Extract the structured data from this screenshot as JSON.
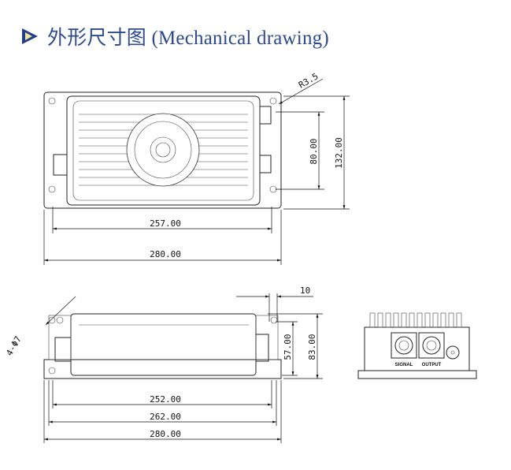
{
  "header": {
    "title": "外形尺寸图 (Mechanical drawing)",
    "icon": "play-triangle-icon",
    "accent": "#1f3f86",
    "icon_fill": "#f0e3a0"
  },
  "top_view": {
    "radius": "R3.5",
    "inner_width": "257.00",
    "outer_width": "280.00",
    "hole_spacing": "80.00",
    "height": "132.00"
  },
  "side_view": {
    "holes": "4-Φ7",
    "offset": "10",
    "body_height": "57.00",
    "total_height": "83.00",
    "width_a": "252.00",
    "width_b": "262.00",
    "width_c": "280.00"
  },
  "front_view": {
    "signal_label": "SIGNAL",
    "output_label": "OUTPUT"
  }
}
